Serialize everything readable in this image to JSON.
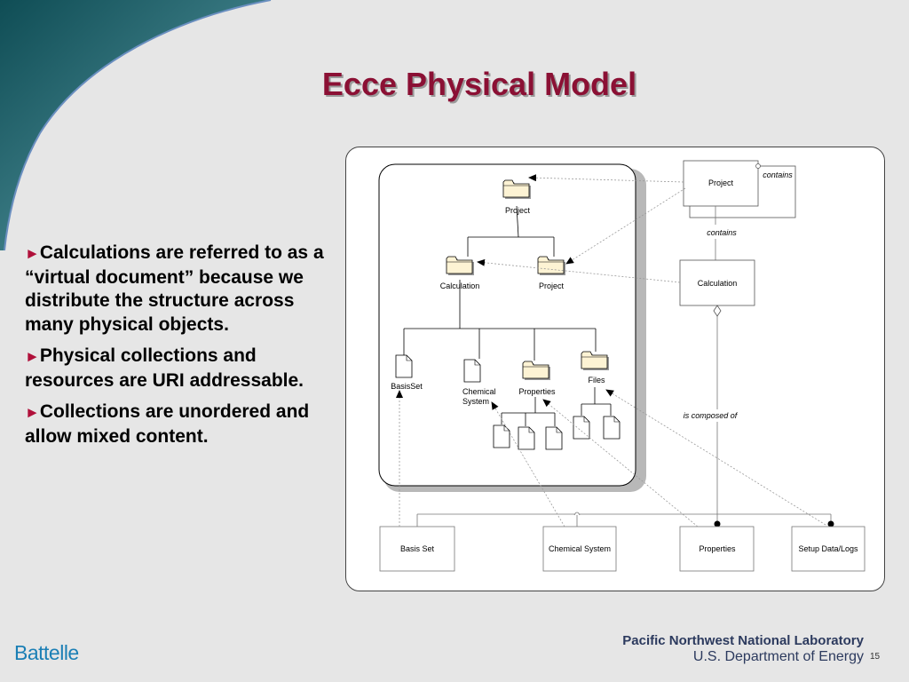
{
  "slide": {
    "title": "Ecce Physical Model",
    "page_number": "15",
    "bullets": [
      "Calculations are referred to as a “virtual document” because we distribute the structure across many physical objects.",
      "Physical collections and resources are URI addressable.",
      "Collections are unordered and allow mixed content."
    ],
    "footer": {
      "left_logo": "Battelle",
      "lab_name": "Pacific Northwest National Laboratory",
      "department": "U.S. Department of Energy"
    }
  },
  "diagram": {
    "tree": {
      "root": "Project",
      "level2": [
        "Calculation",
        "Project"
      ],
      "level3": [
        "BasisSet",
        "Chemical System",
        "Properties",
        "Files"
      ]
    },
    "model": {
      "project": "Project",
      "calculation": "Calculation",
      "components": [
        "Basis Set",
        "Chemical System",
        "Properties",
        "Setup Data/Logs"
      ]
    },
    "relations": {
      "project_self": "contains",
      "project_calculation": "contains",
      "calculation_components": "is composed of"
    }
  }
}
